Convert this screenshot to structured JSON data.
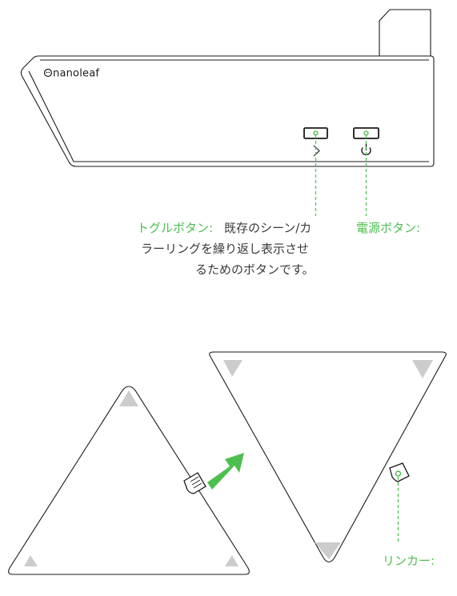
{
  "controller": {
    "logo_text": "nanoleaf",
    "toggle_label": "トグルボタン:",
    "toggle_desc_line1": "既存のシーン/カ",
    "toggle_desc_line2": "ラーリングを繰り返し表示させ",
    "toggle_desc_line3": "るためのボタンです。",
    "power_label": "電源ボタン:"
  },
  "panels": {
    "linker_label": "リンカー:"
  },
  "colors": {
    "accent": "#4cbf4f",
    "outline": "#1a1a1a",
    "corner_fill": "#cccccc",
    "text": "#3a3a3a"
  }
}
